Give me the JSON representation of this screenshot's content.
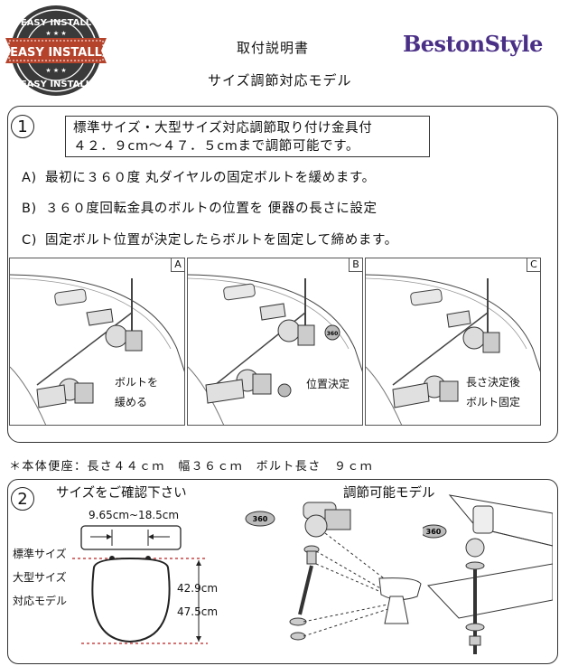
{
  "header": {
    "badge_top": "EASY INSTALL",
    "badge_ribbon": "EASY INSTALL",
    "badge_bottom": "EASY INSTALL",
    "title": "取付説明書",
    "subtitle": "サイズ調節対応モデル",
    "brand": "BestonStyle",
    "brand_color": "#4a2f86"
  },
  "section1": {
    "number": "1",
    "note_line1": "標準サイズ・大型サイズ対応調節取り付け金具付",
    "note_line2": "４２．９cm～４７．５cmまで調節可能です。",
    "steps": [
      {
        "label": "A)",
        "text": "最初に３６０度 丸ダイヤルの固定ボルトを緩めます。"
      },
      {
        "label": "B)",
        "text": "３６０度回転金具のボルトの位置を 便器の長さに設定"
      },
      {
        "label": "C)",
        "text": "固定ボルト位置が決定したらボルトを固定して締めます。"
      }
    ],
    "panels": [
      {
        "letter": "A",
        "caption_line1": "ボルトを",
        "caption_line2": "緩める"
      },
      {
        "letter": "B",
        "caption_line1": "位置決定",
        "caption_line2": ""
      },
      {
        "letter": "C",
        "caption_line1": "長さ決定後",
        "caption_line2": "ボルト固定"
      }
    ],
    "dial_label": "360"
  },
  "spec": "＊本体便座：長さ４４ｃｍ　幅３６ｃｍ　ボルト長さ　９ｃｍ",
  "section2": {
    "number": "2",
    "left_title": "サイズをご確認下さい",
    "right_title": "調節可能モデル",
    "width_range": "9.65cm~18.5cm",
    "side_line1": "標準サイズ",
    "side_line2": "大型サイズ",
    "side_line3": "対応モデル",
    "len_standard": "42.9cm",
    "len_large": "47.5cm",
    "dial_label": "360"
  }
}
